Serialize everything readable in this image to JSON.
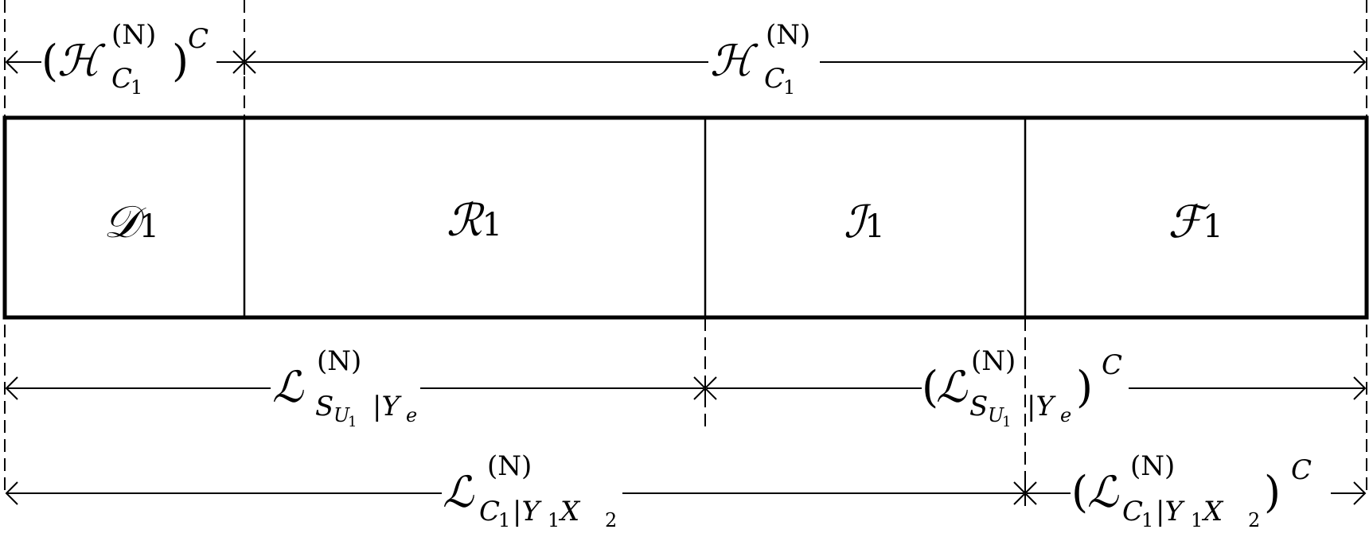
{
  "regions": [
    {
      "symbol": "𝒟",
      "sub": "1"
    },
    {
      "symbol": "ℛ",
      "sub": "1"
    },
    {
      "symbol": "ℐ",
      "sub": "1"
    },
    {
      "symbol": "ℱ",
      "sub": "1"
    }
  ],
  "labels": {
    "h_comp": {
      "open": "(",
      "sym": "ℋ",
      "sup": "(N)",
      "sub": "C",
      "subsub": "1",
      "close": ")",
      "comp": "C"
    },
    "h": {
      "sym": "ℋ",
      "sup": "(N)",
      "sub": "C",
      "subsub": "1"
    },
    "l_su": {
      "sym": "ℒ",
      "sup": "(N)",
      "sub_a": "S",
      "sub_b": "U",
      "sub_c": "1",
      "sub_d": "|Y",
      "sub_e": "e"
    },
    "l_su_comp": {
      "open": "(",
      "sym": "ℒ",
      "sup": "(N)",
      "sub_a": "S",
      "sub_b": "U",
      "sub_c": "1",
      "sub_d": "|Y",
      "sub_e": "e",
      "close": ")",
      "comp": "C"
    },
    "l_c": {
      "sym": "ℒ",
      "sup": "(N)",
      "sub_a": "C",
      "sub_b": "1",
      "sub_c": "|Y",
      "sub_d": "1",
      "sub_e": "X",
      "sub_f": "2"
    },
    "l_c_comp": {
      "open": "(",
      "sym": "ℒ",
      "sup": "(N)",
      "sub_a": "C",
      "sub_b": "1",
      "sub_c": "|Y",
      "sub_d": "1",
      "sub_e": "X",
      "sub_f": "2",
      "close": ")",
      "comp": "C"
    }
  }
}
